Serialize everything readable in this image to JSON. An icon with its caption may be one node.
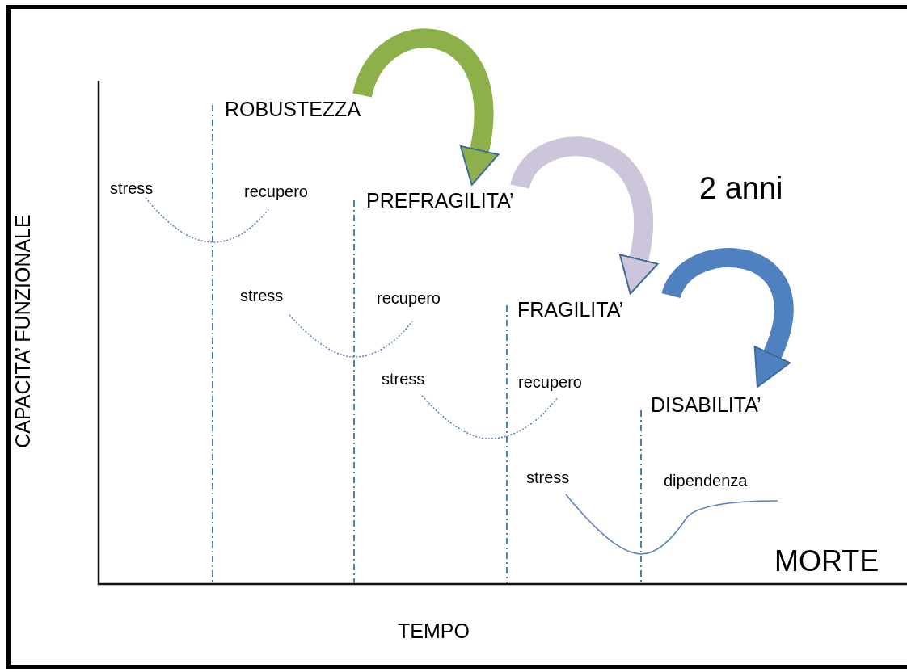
{
  "diagram": {
    "nodes": [
      {
        "text": [
          "ROBUSTEZZA"
        ]
      },
      {
        "text": [
          "PREFRAGILITA’"
        ]
      },
      {
        "text": [
          "FRAGILITA’"
        ]
      },
      {
        "text": [
          "DISABILITA’"
        ]
      }
    ],
    "edges": [
      {
        "from": 0,
        "to": 1,
        "arrow": "to",
        "color": "#8db04a"
      },
      {
        "from": 1,
        "to": 2,
        "arrow": "to",
        "color": "#cdc6da"
      },
      {
        "from": 2,
        "to": 3,
        "arrow": "to",
        "color": "#4f80bf"
      }
    ],
    "labels": [
      "2 anni",
      "stress",
      "recupero",
      "stress",
      "recupero",
      "stress",
      "recupero",
      "stress",
      "dipendenza",
      "MORTE",
      "CAPACITA’ FUNZIONALE",
      "TEMPO"
    ]
  }
}
